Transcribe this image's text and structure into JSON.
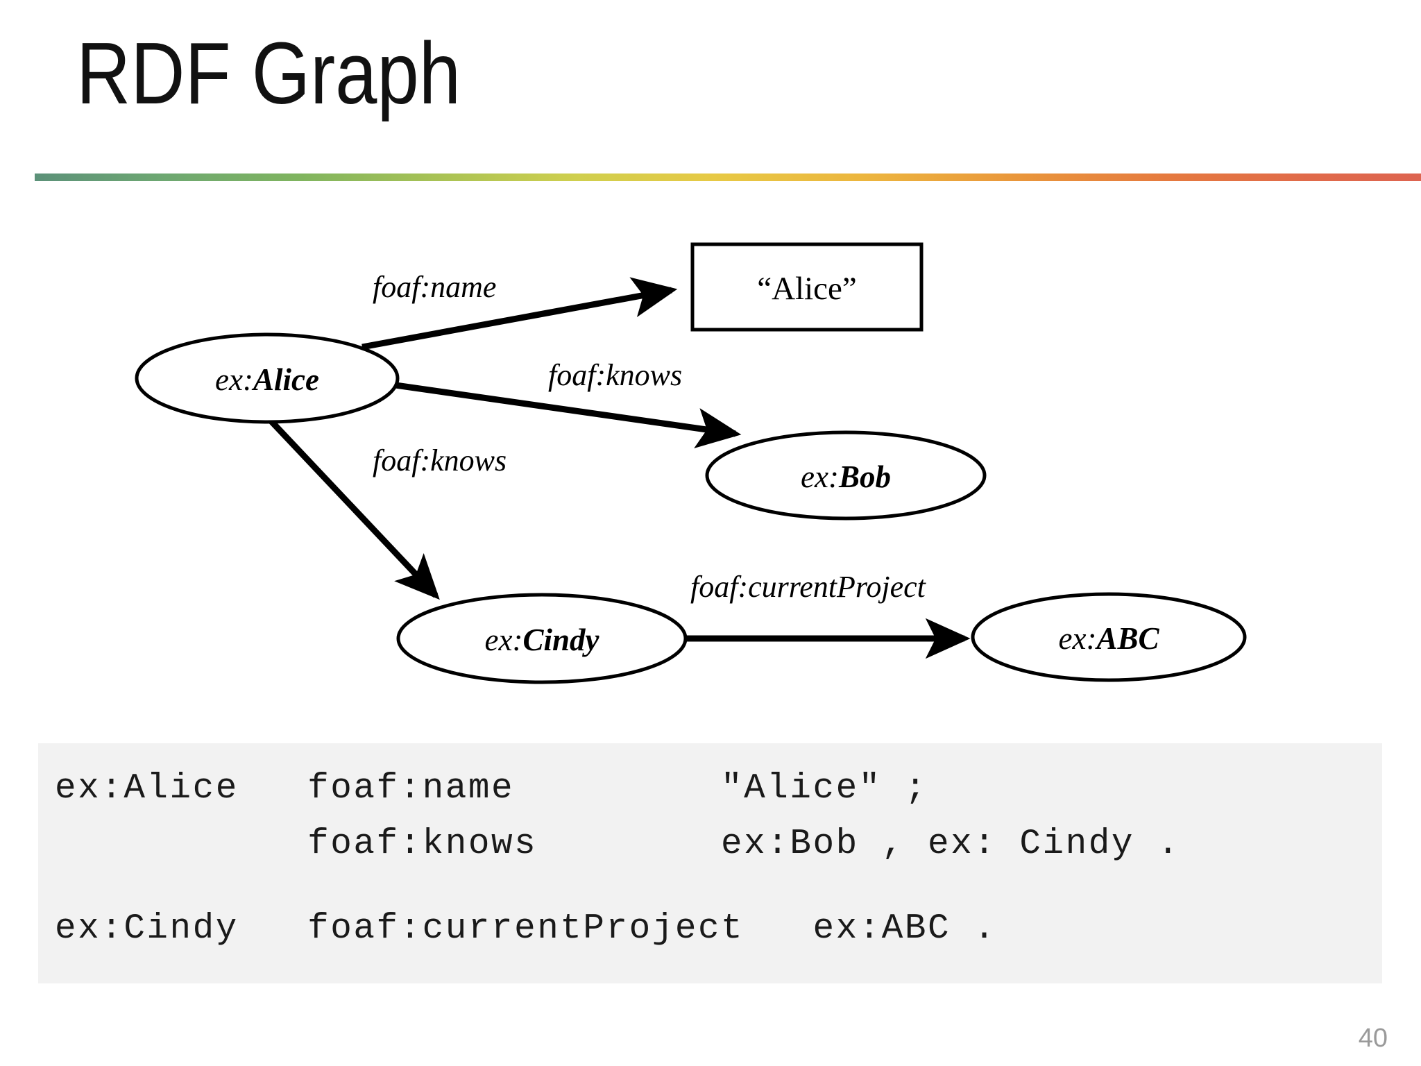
{
  "slide": {
    "title": "RDF Graph",
    "page_number": "40",
    "accent_gradient": [
      "#5c9179",
      "#7fb45f",
      "#cfcf4e",
      "#e7c945",
      "#e9963b",
      "#dd6450"
    ],
    "code_background": "#f2f2f2"
  },
  "graph": {
    "nodes": [
      {
        "id": "alice",
        "label_prefix": "ex:",
        "label_name": "Alice",
        "shape": "ellipse"
      },
      {
        "id": "bob",
        "label_prefix": "ex:",
        "label_name": "Bob",
        "shape": "ellipse"
      },
      {
        "id": "cindy",
        "label_prefix": "ex:",
        "label_name": "Cindy",
        "shape": "ellipse"
      },
      {
        "id": "abc",
        "label_prefix": "ex:",
        "label_name": "ABC",
        "shape": "ellipse"
      }
    ],
    "literals": [
      {
        "id": "alice-literal",
        "label": "“Alice”",
        "shape": "rectangle"
      }
    ],
    "edges": [
      {
        "id": "edge-name",
        "from": "alice",
        "to": "alice-literal",
        "label": "foaf:name"
      },
      {
        "id": "edge-knows-bob",
        "from": "alice",
        "to": "bob",
        "label": "foaf:knows"
      },
      {
        "id": "edge-knows-cindy",
        "from": "alice",
        "to": "cindy",
        "label": "foaf:knows"
      },
      {
        "id": "edge-current-project",
        "from": "cindy",
        "to": "abc",
        "label": "foaf:currentProject"
      }
    ]
  },
  "code": {
    "lines": [
      "ex:Alice   foaf:name         \"Alice\" ;",
      "           foaf:knows        ex:Bob , ex: Cindy .",
      "",
      "ex:Cindy   foaf:currentProject   ex:ABC ."
    ]
  }
}
